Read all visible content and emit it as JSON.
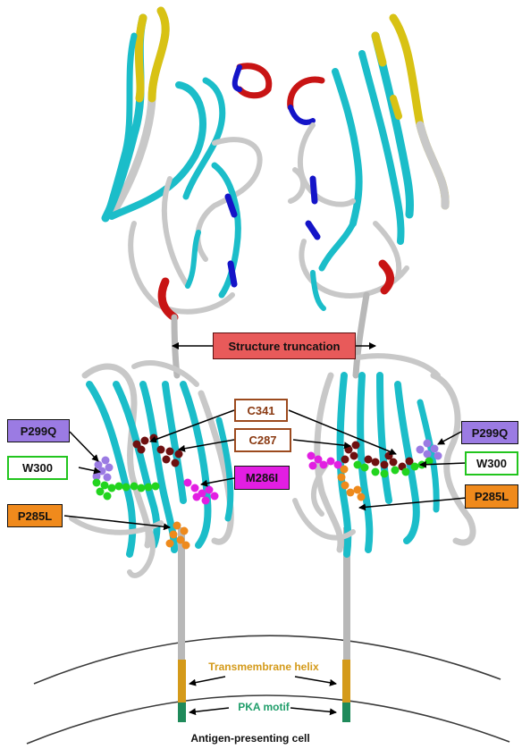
{
  "labels": {
    "structure_truncation": "Structure truncation",
    "p299q_left": "P299Q",
    "p299q_right": "P299Q",
    "w300_left": "W300",
    "w300_right": "W300",
    "p285l_left": "P285L",
    "p285l_right": "P285L",
    "c341": "C341",
    "c287": "C287",
    "m286i": "M286I",
    "transmembrane_helix": "Transmembrane helix",
    "pka_motif": "PKA motif",
    "antigen_presenting_cell": "Antigen-presenting cell"
  },
  "colors": {
    "strand_cyan": "#1bbdc9",
    "coil_grey": "#c8c8c8",
    "sheet_yellow": "#d8c214",
    "helix_blue": "#1414c8",
    "turn_red": "#c81414",
    "residue_purple": "#9b7be3",
    "residue_green": "#22d41e",
    "residue_orange": "#ee8a1c",
    "residue_darkred": "#6e1010",
    "residue_magenta": "#e21ee2",
    "tm_gold": "#d49a1a",
    "pka_green": "#1f9e6a"
  }
}
